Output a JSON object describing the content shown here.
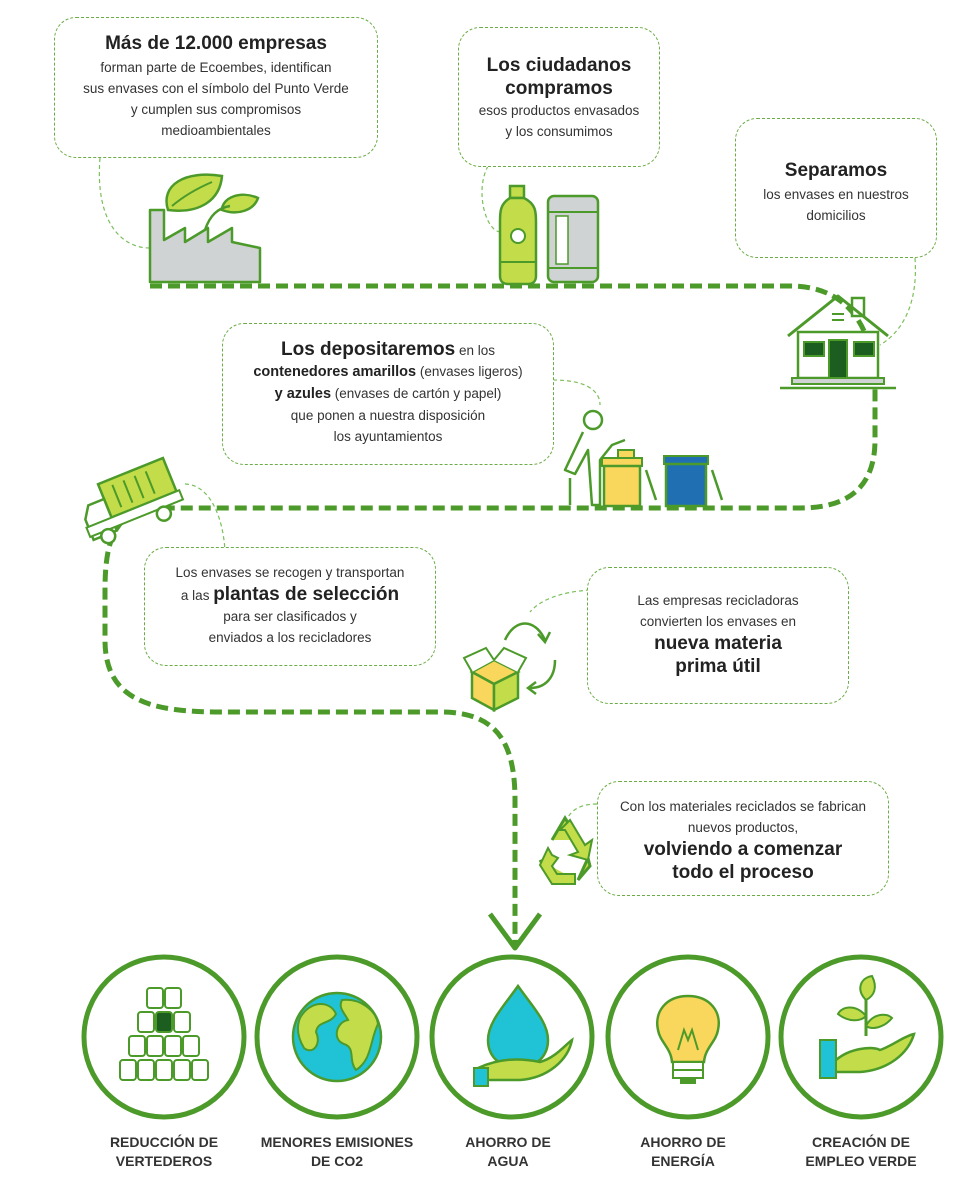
{
  "steps": {
    "companies": {
      "title": "Más de 12.000 empresas",
      "l1": "forman parte de Ecoembes, identifican",
      "l2": "sus envases con el símbolo del Punto Verde",
      "l3": "y cumplen sus compromisos",
      "l4": "medioambientales"
    },
    "citizens": {
      "title1": "Los ciudadanos",
      "title2": "compramos",
      "l1": "esos productos envasados",
      "l2": "y los consumimos"
    },
    "separate": {
      "title": "Separamos",
      "l1": "los envases en nuestros",
      "l2": "domicilios"
    },
    "deposit": {
      "title": "Los depositaremos",
      "t1": " en los",
      "b2": "contenedores amarillos",
      "t2": " (envases ligeros)",
      "b3": "y azules",
      "t3": " (envases de cartón y papel)",
      "l4": "que ponen a nuestra disposición",
      "l5": "los ayuntamientos"
    },
    "collect": {
      "l1": "Los envases se recogen y transportan",
      "t2": "a las ",
      "b2": "plantas de selección",
      "l3": "para ser clasificados y",
      "l4": "enviados a los recicladores"
    },
    "recyclers": {
      "l1": "Las empresas recicladoras",
      "l2": "convierten los envases en",
      "b1": "nueva materia",
      "b2": "prima útil"
    },
    "restart": {
      "l1": "Con los materiales reciclados se fabrican",
      "l2": "nuevos productos,",
      "b1": "volviendo a comenzar",
      "b2": "todo el proceso"
    }
  },
  "benefits": [
    {
      "l1": "REDUCCIÓN DE",
      "l2": "VERTEDEROS",
      "icon": "landfill-stack-icon"
    },
    {
      "l1": "MENORES EMISIONES",
      "l2": "DE CO2",
      "icon": "globe-icon"
    },
    {
      "l1": "AHORRO DE",
      "l2": "AGUA",
      "icon": "water-drop-hand-icon"
    },
    {
      "l1": "AHORRO DE",
      "l2": "ENERGÍA",
      "icon": "light-bulb-icon"
    },
    {
      "l1": "CREACIÓN DE",
      "l2": "EMPLEO VERDE",
      "icon": "plant-hand-icon"
    }
  ],
  "colors": {
    "green": "#4c9a2a",
    "light_green": "#c2dc4a",
    "yellow": "#f9d65c",
    "blue": "#1f6fb2",
    "cyan": "#20c2d6",
    "grey": "#cfd3d3"
  }
}
